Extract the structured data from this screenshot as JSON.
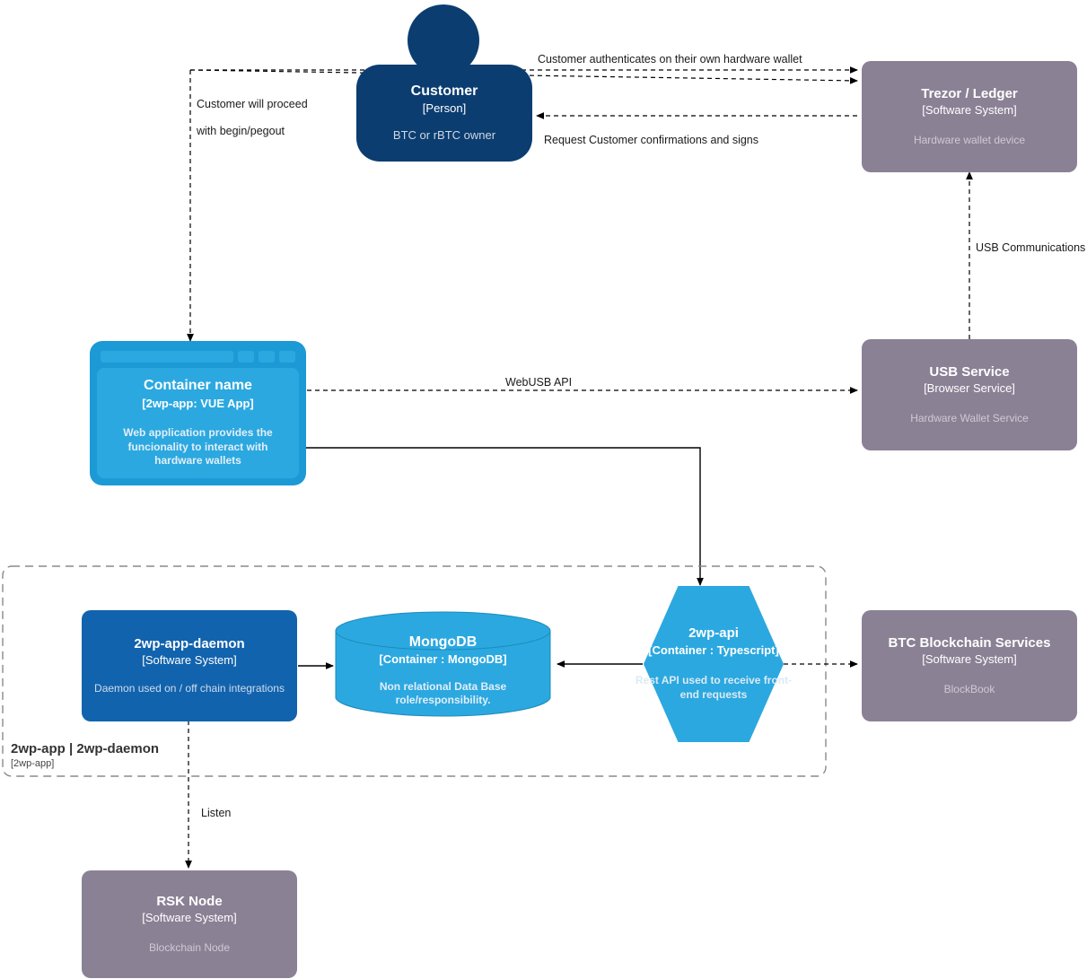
{
  "diagram": {
    "type": "C4 Container diagram",
    "colors": {
      "person": "#0b3d70",
      "external_system": "#8b8195",
      "internal_system": "#1263ae",
      "container": "#2ba8e0",
      "boundary_stroke": "#999999",
      "edge_stroke": "#000000"
    }
  },
  "nodes": {
    "customer": {
      "name": "Customer",
      "type": "[Person]",
      "description": "BTC or rBTC owner"
    },
    "trezor_ledger": {
      "name": "Trezor / Ledger",
      "type": "[Software System]",
      "description": "Hardware wallet device"
    },
    "container_name": {
      "name": "Container name",
      "type": "[2wp-app: VUE App]",
      "description": "Web application provides the funcionality to interact with hardware wallets"
    },
    "usb_service": {
      "name": "USB Service",
      "type": "[Browser Service]",
      "description": "Hardware Wallet Service"
    },
    "daemon": {
      "name": "2wp-app-daemon",
      "type": "[Software System]",
      "description": "Daemon used on / off chain integrations"
    },
    "mongodb": {
      "name": "MongoDB",
      "type": "[Container : MongoDB]",
      "description": "Non relational Data Base role/responsibility."
    },
    "api": {
      "name": "2wp-api",
      "type": "[Container : Typescript]",
      "description": "Rest API used to receive front-end requests"
    },
    "btc_blockchain": {
      "name": "BTC Blockchain Services",
      "type": "[Software System]",
      "description": "BlockBook"
    },
    "rsk_node": {
      "name": "RSK Node",
      "type": "[Software System]",
      "description": "Blockchain Node"
    }
  },
  "boundary": {
    "title": "2wp-app | 2wp-daemon",
    "type": "[2wp-app]"
  },
  "edges": [
    {
      "id": "customer-to-trezor",
      "label": "Customer authenticates on their own hardware wallet",
      "style": "dashed",
      "from": "customer",
      "to": "trezor_ledger"
    },
    {
      "id": "trezor-to-customer",
      "label": "Request Customer confirmations and signs",
      "style": "dashed",
      "from": "trezor_ledger",
      "to": "customer"
    },
    {
      "id": "customer-to-container-1",
      "label": "Customer will proceed",
      "style": "dashed",
      "from": "customer",
      "to": "container_name"
    },
    {
      "id": "customer-to-container-2",
      "label": "with begin/pegout",
      "style": "dashed",
      "from": "customer",
      "to": "container_name"
    },
    {
      "id": "usb-to-trezor",
      "label": "USB Communications",
      "style": "dashed",
      "from": "usb_service",
      "to": "trezor_ledger"
    },
    {
      "id": "container-to-usb",
      "label": "WebUSB API",
      "style": "dashed",
      "from": "container_name",
      "to": "usb_service"
    },
    {
      "id": "container-to-api",
      "label": "",
      "style": "solid",
      "from": "container_name",
      "to": "api"
    },
    {
      "id": "daemon-to-mongodb",
      "label": "",
      "style": "solid",
      "from": "daemon",
      "to": "mongodb"
    },
    {
      "id": "api-to-mongodb",
      "label": "",
      "style": "solid",
      "from": "api",
      "to": "mongodb"
    },
    {
      "id": "api-to-btc",
      "label": "",
      "style": "dashed",
      "from": "api",
      "to": "btc_blockchain"
    },
    {
      "id": "daemon-to-rsk",
      "label": "Listen",
      "style": "dashed",
      "from": "daemon",
      "to": "rsk_node"
    }
  ]
}
